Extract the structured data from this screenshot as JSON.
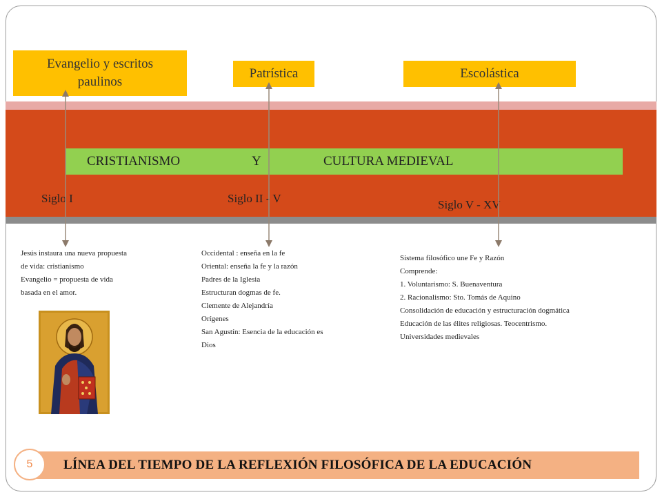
{
  "boxes": {
    "evangelio": "Evangelio y escritos paulinos",
    "patristica": "Patrística",
    "escolastica": "Escolástica"
  },
  "banner": {
    "word1": "CRISTIANISMO",
    "word2": "Y",
    "word3": "CULTURA MEDIEVAL"
  },
  "periods": {
    "siglo1": "Siglo I",
    "siglo2": "Siglo II - V",
    "siglo3": "Siglo V -  XV"
  },
  "desc1": [
    "Jesús instaura una nueva propuesta",
    "de vida: cristianismo",
    "Evangelio = propuesta de vida",
    "basada en el amor."
  ],
  "desc2": [
    "Occidental : enseña en la fe",
    "Oriental: enseña la fe y la razón",
    "Padres de la Iglesia",
    "Estructuran dogmas de fe.",
    "Clemente de Alejandría",
    "Orígenes",
    "San Agustín: Esencia de la educación es",
    "Dios"
  ],
  "desc3": [
    "Sistema filosófico une Fe y Razón",
    "Comprende:",
    "1.   Voluntarismo: S. Buenaventura",
    "2.   Racionalismo: Sto. Tomás de Aquino",
    "Consolidación de educación y estructuración dogmática",
    "Educación de las élites religiosas. Teocentrismo.",
    "Universidades medievales"
  ],
  "footer": {
    "page_number": "5",
    "title": "LÍNEA DEL TIEMPO DE LA REFLEXIÓN FILOSÓFICA DE LA EDUCACIÓN"
  },
  "colors": {
    "orange_band": "#d44a1a",
    "green_bar": "#92d050",
    "yellow_box": "#ffc000",
    "footer": "#f4b183"
  }
}
